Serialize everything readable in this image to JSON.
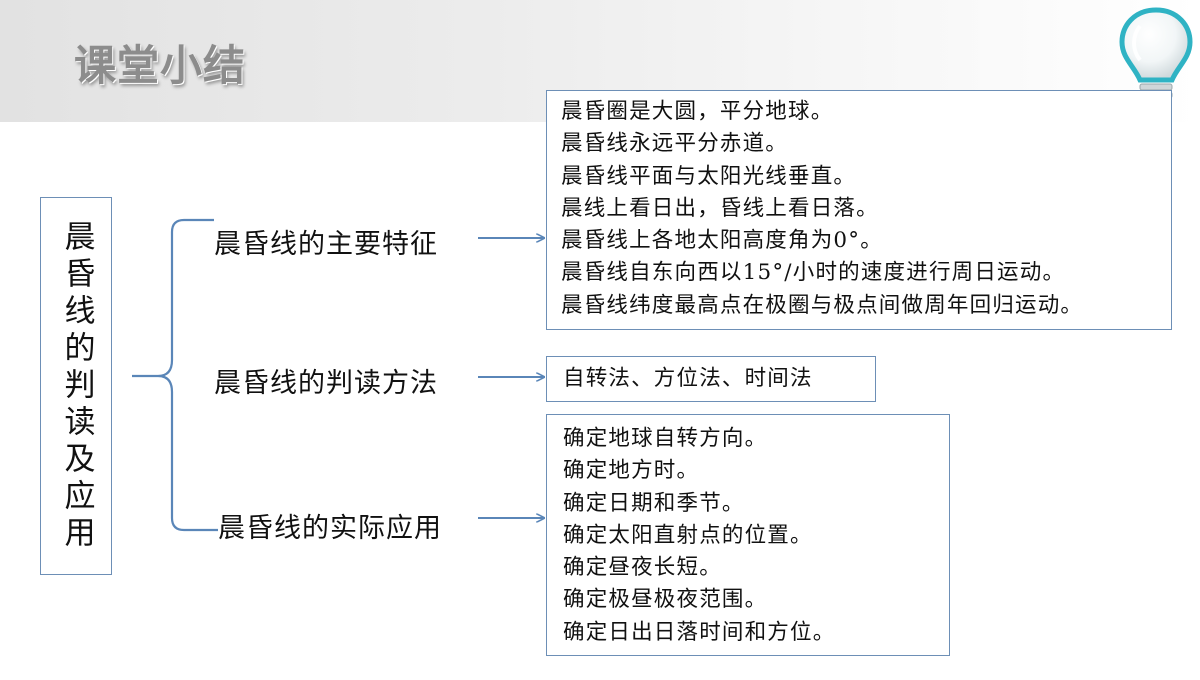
{
  "header": {
    "title": "课堂小结"
  },
  "diagram": {
    "root": "晨昏线的判读及应用",
    "branches": [
      {
        "label": "晨昏线的主要特征",
        "items": [
          "晨昏圈是大圆，平分地球。",
          "晨昏线永远平分赤道。",
          "晨昏线平面与太阳光线垂直。",
          "晨线上看日出，昏线上看日落。",
          "晨昏线上各地太阳高度角为0°。",
          "晨昏线自东向西以15°/小时的速度进行周日运动。",
          "晨昏线纬度最高点在极圈与极点间做周年回归运动。"
        ]
      },
      {
        "label": "晨昏线的判读方法",
        "items": [
          "自转法、方位法、时间法"
        ]
      },
      {
        "label": "晨昏线的实际应用",
        "items": [
          "确定地球自转方向。",
          "确定地方时。",
          "确定日期和季节。",
          "确定太阳直射点的位置。",
          "确定昼夜长短。",
          "确定极昼极夜范围。",
          "确定日出日落时间和方位。"
        ]
      }
    ]
  },
  "colors": {
    "line": "#5a86b8",
    "border": "#6d8fb6",
    "title": "#8c8c8c",
    "bulb": "#2fb3c4"
  },
  "icons": {
    "header": "lightbulb-icon"
  }
}
